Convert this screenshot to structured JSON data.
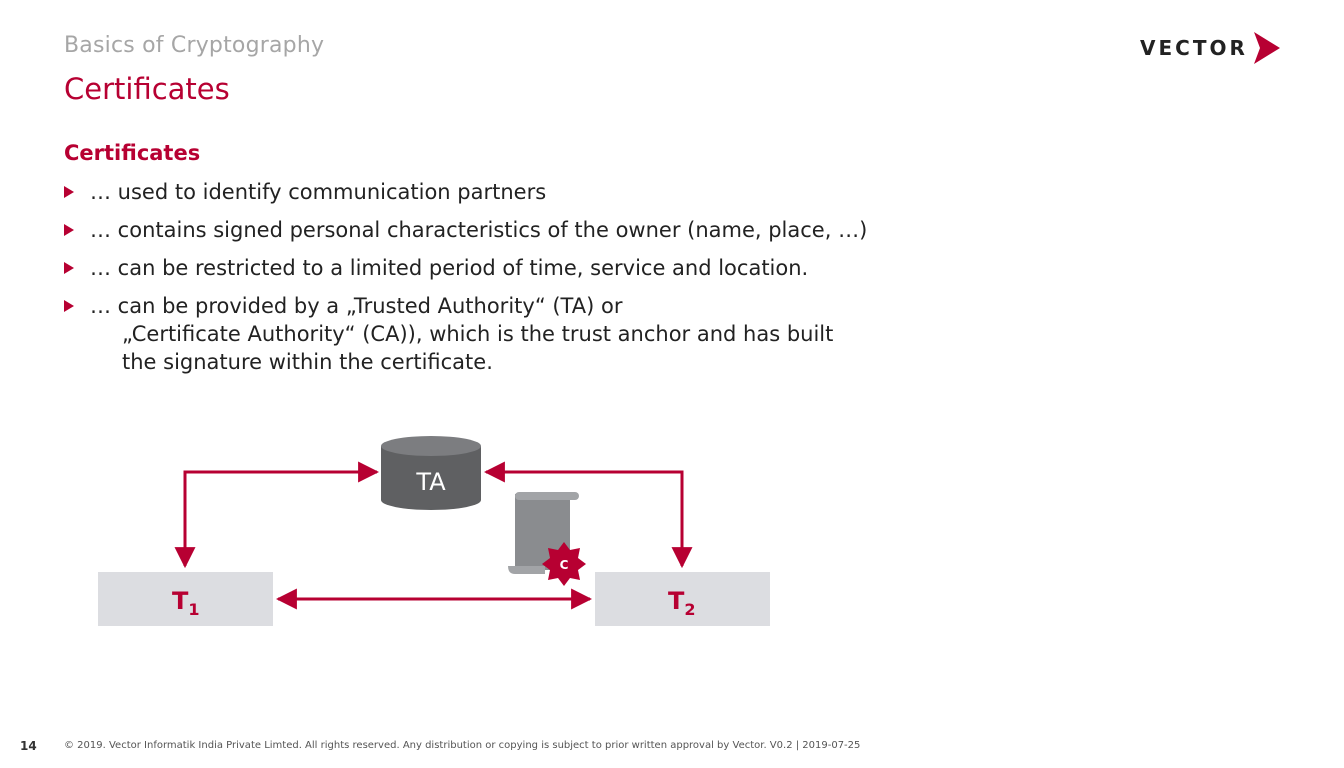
{
  "header": {
    "supertitle": "Basics of Cryptography",
    "title": "Certificates",
    "logo_text": "VECTOR"
  },
  "content": {
    "heading": "Certificates",
    "bullets": [
      {
        "line1": "… used to identify communication partners"
      },
      {
        "line1": "… contains signed personal characteristics of the owner (name, place, …)"
      },
      {
        "line1": "… can be restricted to a limited period of time, service and location."
      },
      {
        "line1": "… can be provided by a „Trusted Authority“ (TA) or",
        "line2": "„Certificate Authority“ (CA)), which is the trust anchor and has built",
        "line3": "the signature within the certificate."
      }
    ]
  },
  "diagram": {
    "ta_label": "TA",
    "t1_main": "T",
    "t1_sub": "1",
    "t2_main": "T",
    "t2_sub": "2",
    "seal_label": "C"
  },
  "colors": {
    "accent": "#b70032",
    "box_fill": "#dcdde1",
    "db_fill": "#5f6062",
    "scroll_fill": "#8a8c8f"
  },
  "footer": {
    "page_number": "14",
    "copyright": "© 2019. Vector Informatik India Private Limted. All rights reserved. Any distribution or copying is subject to prior written approval by Vector. V0.2 | 2019-07-25"
  }
}
